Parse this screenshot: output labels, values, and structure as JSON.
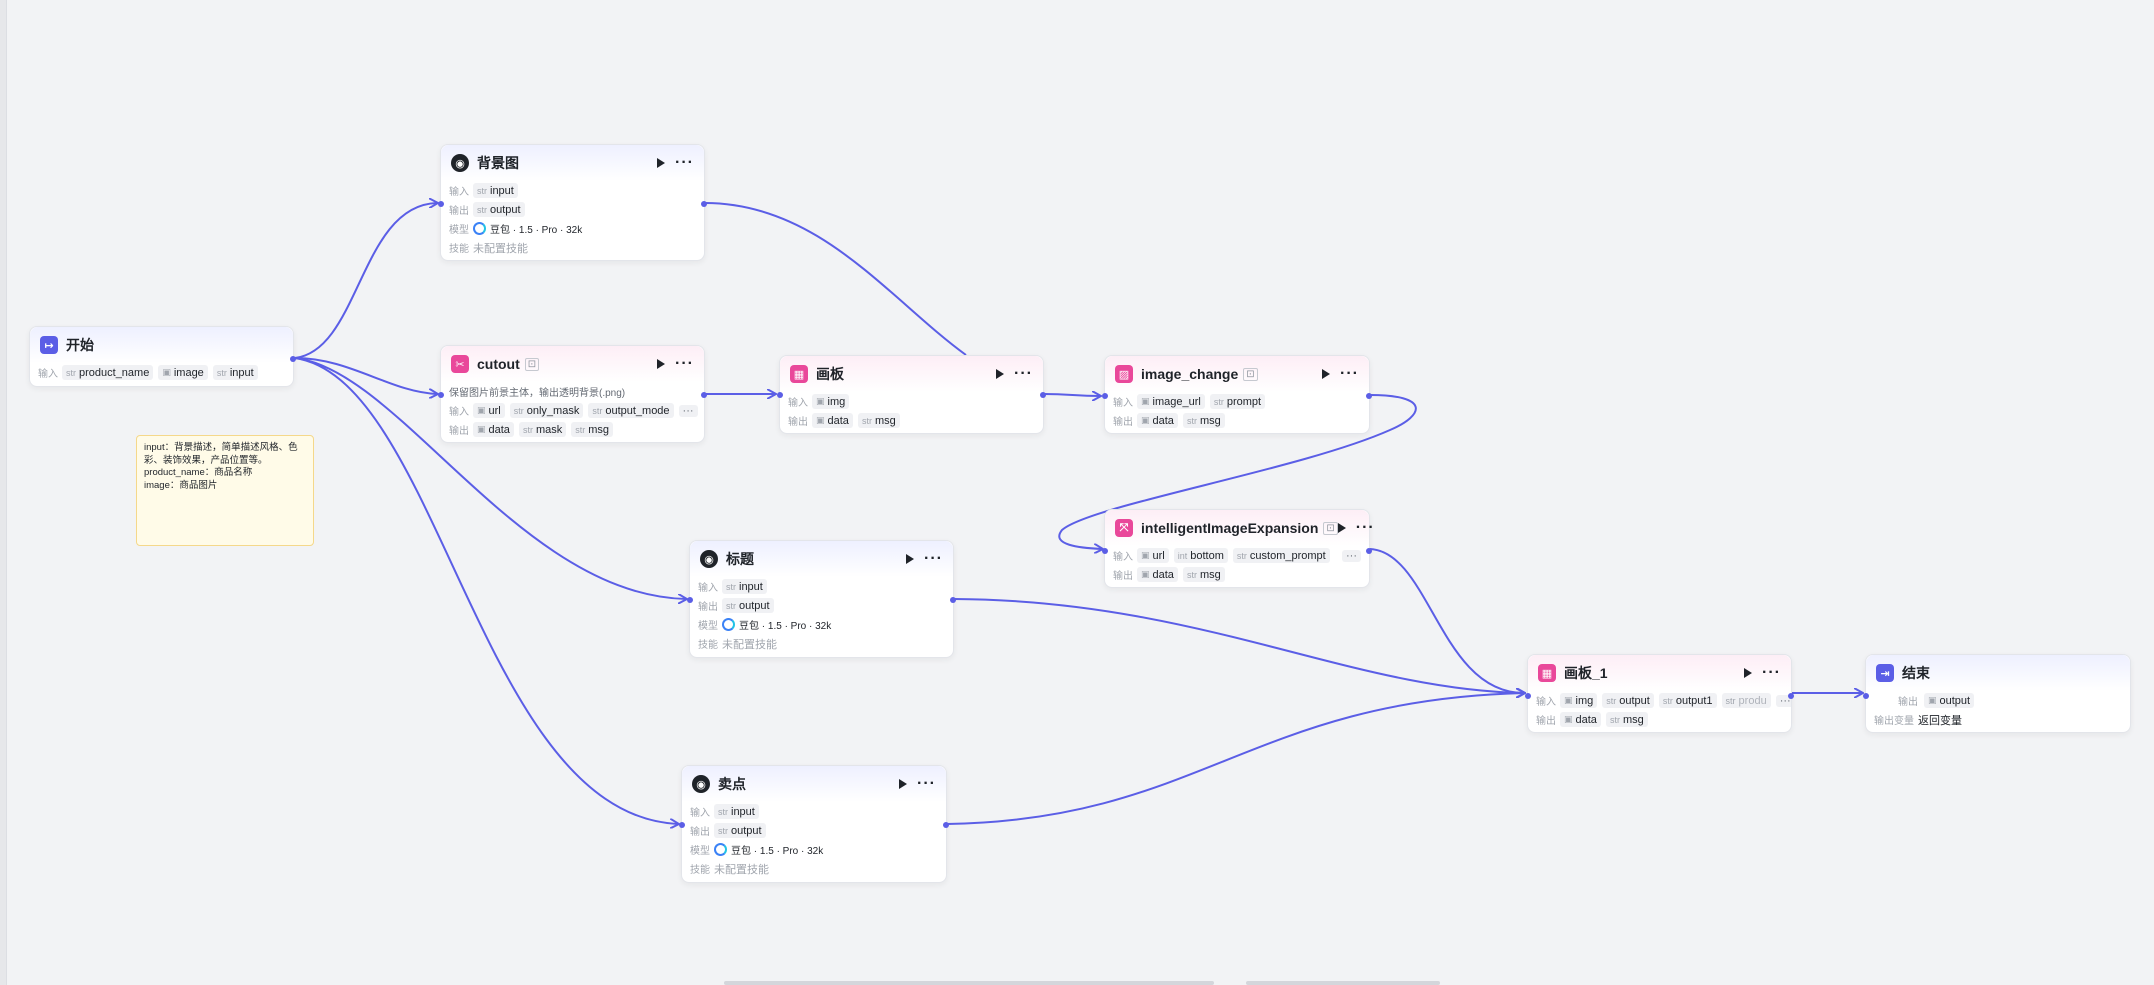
{
  "labels": {
    "input": "输入",
    "output": "输出",
    "model": "模型",
    "skill": "技能",
    "output_var": "输出变量"
  },
  "types": {
    "str": "str",
    "img": "img-icon",
    "int": "int"
  },
  "nodes": {
    "start": {
      "title": "开始",
      "inputs": [
        "product_name",
        "image",
        "input"
      ]
    },
    "bg": {
      "title": "背景图",
      "input": "input",
      "output": "output",
      "model": "豆包 · 1.5 · Pro · 32k",
      "skill": "未配置技能"
    },
    "cutout": {
      "title": "cutout",
      "desc": "保留图片前景主体，输出透明背景(.png)",
      "inputs": [
        "url",
        "only_mask",
        "output_mode"
      ],
      "outputs": [
        "data",
        "mask",
        "msg"
      ],
      "more": "···"
    },
    "board": {
      "title": "画板",
      "input": "img",
      "outputs": [
        "data",
        "msg"
      ]
    },
    "image_change": {
      "title": "image_change",
      "inputs": [
        "image_url",
        "prompt"
      ],
      "outputs": [
        "data",
        "msg"
      ]
    },
    "expansion": {
      "title": "intelligentImageExpansion",
      "inputs": [
        "url",
        "bottom",
        "custom_prompt"
      ],
      "outputs": [
        "data",
        "msg"
      ],
      "more": "···"
    },
    "title_node": {
      "title": "标题",
      "input": "input",
      "output": "output",
      "model": "豆包 · 1.5 · Pro · 32k",
      "skill": "未配置技能"
    },
    "selling": {
      "title": "卖点",
      "input": "input",
      "output": "output",
      "model": "豆包 · 1.5 · Pro · 32k",
      "skill": "未配置技能"
    },
    "board1": {
      "title": "画板_1",
      "inputs": [
        "img",
        "output",
        "output1",
        "produ"
      ],
      "outputs": [
        "data",
        "msg"
      ],
      "more": "···"
    },
    "end": {
      "title": "结束",
      "output": "output",
      "output_var_value": "返回变量"
    }
  },
  "note": {
    "text": "input：背景描述，简单描述风格、色彩、装饰效果，产品位置等。\nproduct_name：商品名称\nimage：商品图片"
  }
}
